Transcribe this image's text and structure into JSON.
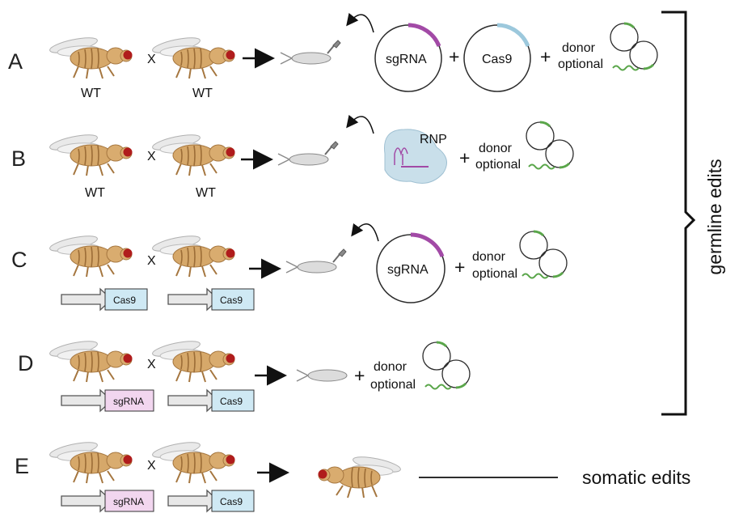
{
  "rows": [
    {
      "label": "A",
      "parent_labels": [
        "WT",
        "WT"
      ],
      "cross": "X"
    },
    {
      "label": "B",
      "parent_labels": [
        "WT",
        "WT"
      ],
      "cross": "X"
    },
    {
      "label": "C",
      "transgenes": [
        "Cas9",
        "Cas9"
      ],
      "cross": "X"
    },
    {
      "label": "D",
      "transgenes": [
        "sgRNA",
        "Cas9"
      ],
      "cross": "X"
    },
    {
      "label": "E",
      "transgenes": [
        "sgRNA",
        "Cas9"
      ],
      "cross": "X"
    }
  ],
  "components": {
    "sgrna": "sgRNA",
    "cas9": "Cas9",
    "rnp": "RNP",
    "plus": "+",
    "donor": "donor",
    "optional": "optional"
  },
  "outcomes": {
    "germline": "germline edits",
    "somatic": "somatic edits"
  },
  "colors": {
    "sgrna_arc": "#a24aa6",
    "cas9_arc": "#9cc8dc",
    "donor_green": "#5aa64a",
    "cas9_box": "#cfe9f4",
    "sgrna_box": "#f2d6ef",
    "fly_body": "#d6a86a",
    "fly_eye": "#b01c1c",
    "embryo": "#dcdcdc",
    "rnp_blob": "#c9dfea"
  }
}
